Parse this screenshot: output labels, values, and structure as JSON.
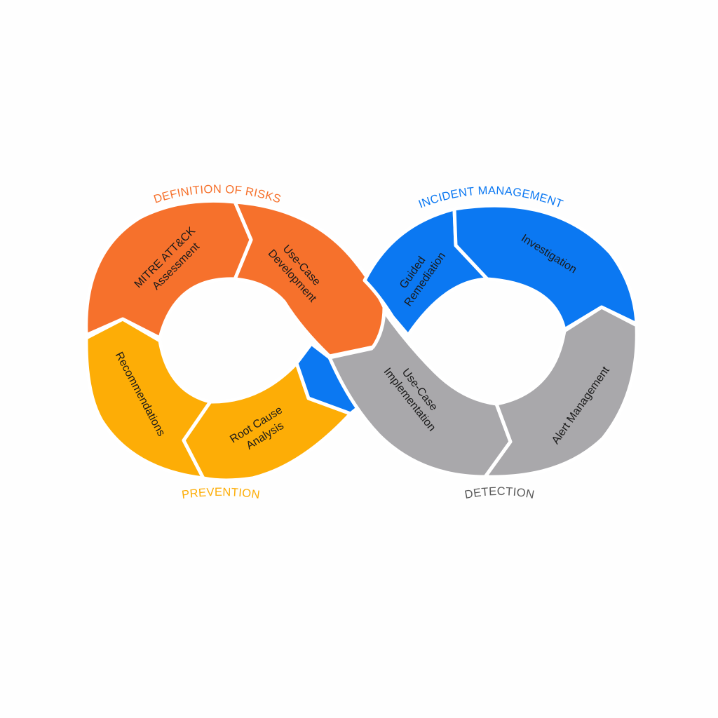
{
  "colors": {
    "definition": "#F6712C",
    "prevention": "#FDAD06",
    "incident": "#0B78F2",
    "detection": "#A9A8AB",
    "detection_label": "#5A5A5A",
    "background": "#FEFEFE"
  },
  "phases": {
    "definition": "DEFINITION OF RISKS",
    "incident": "INCIDENT MANAGEMENT",
    "prevention": "PREVENTION",
    "detection": "DETECTION"
  },
  "steps": {
    "mitre": [
      "MITRE ATT&CK",
      "Assessment"
    ],
    "usecase_dev": [
      "Use-Case",
      "Development"
    ],
    "recommendations": [
      "Recommendations"
    ],
    "root_cause": [
      "Root Cause",
      "Analysis"
    ],
    "guided": [
      "Guided",
      "Remediation"
    ],
    "investigation": [
      "Investigation"
    ],
    "usecase_impl": [
      "Use-Case",
      "Implementation"
    ],
    "alert_mgmt": [
      "Alert Management"
    ]
  }
}
